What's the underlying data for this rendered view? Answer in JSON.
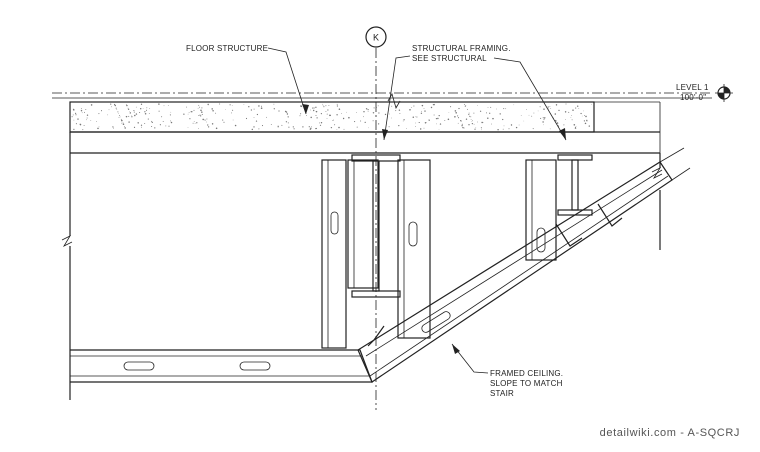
{
  "labels": {
    "floor_structure": "FLOOR STRUCTURE",
    "structural_framing_1": "STRUCTURAL FRAMING.",
    "structural_framing_2": "SEE STRUCTURAL",
    "framed_ceiling_1": "FRAMED CEILING.",
    "framed_ceiling_2": "SLOPE TO MATCH",
    "framed_ceiling_3": "STAIR",
    "level_name": "LEVEL 1",
    "level_elev": "100'-0\"",
    "grid_bubble": "K"
  },
  "watermark": "detailwiki.com - A-SQCRJ",
  "colors": {
    "line": "#222222",
    "fill": "#ffffff",
    "stipple": "#777777"
  },
  "icons": {
    "level_marker": "level-datum-icon"
  }
}
